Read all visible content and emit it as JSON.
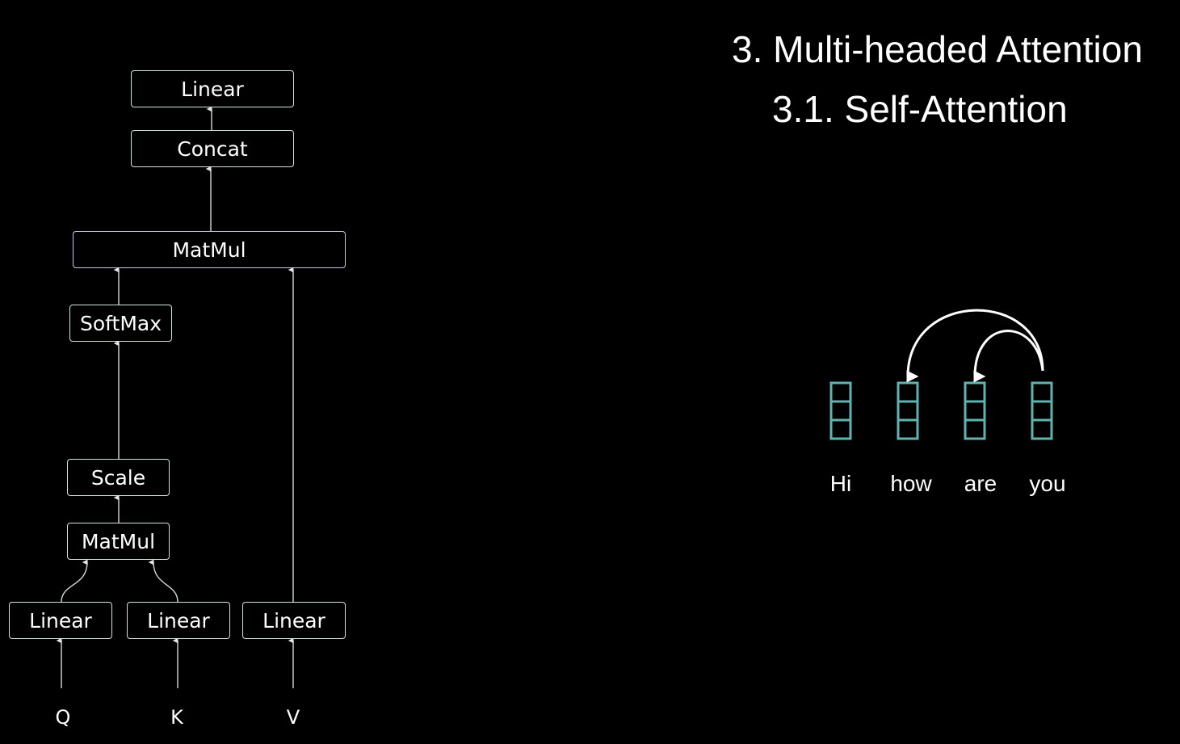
{
  "title": "3. Multi-headed Attention",
  "subtitle": "3.1. Self-Attention",
  "diagram": {
    "linear_top": "Linear",
    "concat": "Concat",
    "matmul_top": "MatMul",
    "softmax": "SoftMax",
    "scale": "Scale",
    "matmul_bottom": "MatMul",
    "linear_q": "Linear",
    "linear_k": "Linear",
    "linear_v": "Linear",
    "input_q": "Q",
    "input_k": "K",
    "input_v": "V"
  },
  "tokens": [
    "Hi",
    "how",
    "are",
    "you"
  ],
  "colors": {
    "box_border": "#cfe6df",
    "token_vector": "#5fb3b0",
    "text": "#ffffff",
    "background": "#000000"
  }
}
